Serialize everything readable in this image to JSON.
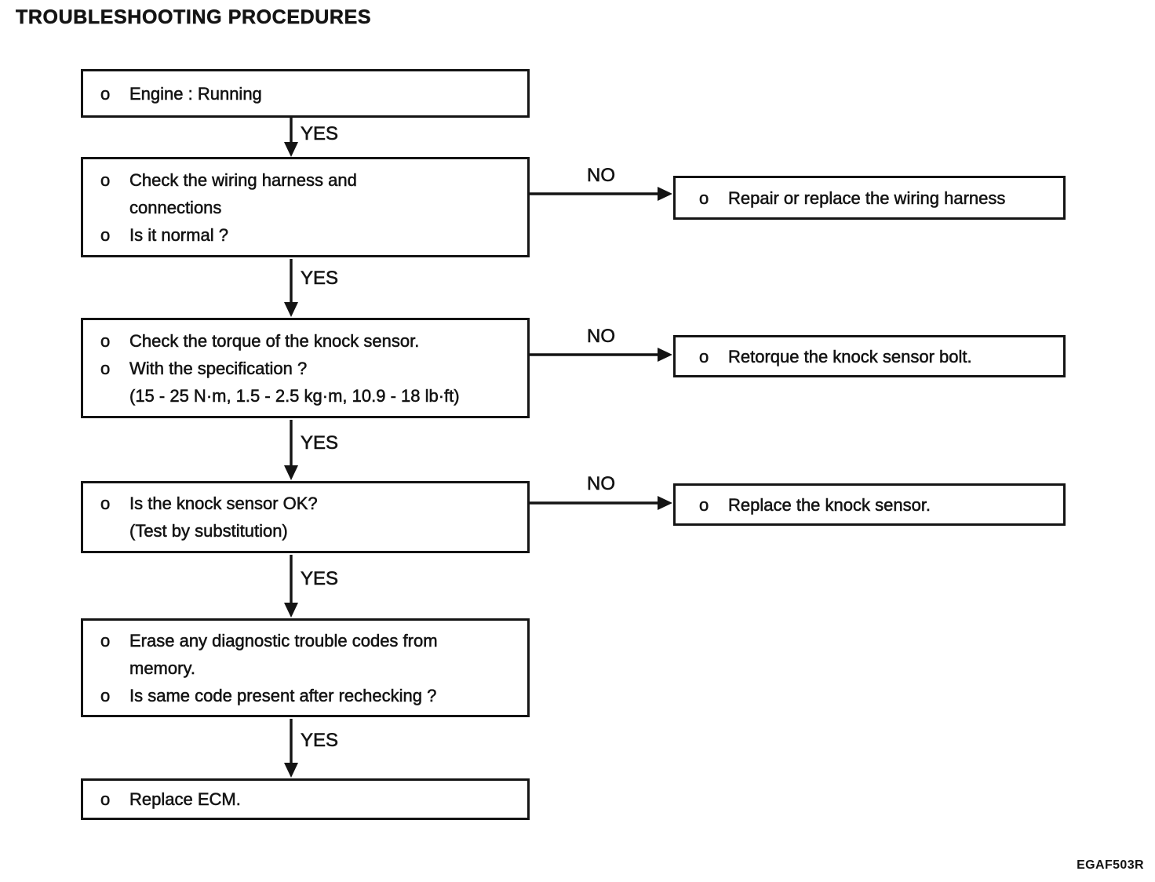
{
  "page": {
    "title": "TROUBLESHOOTING PROCEDURES",
    "figure_code": "EGAF503R",
    "labels": {
      "yes": "YES",
      "no": "NO"
    }
  },
  "flow": {
    "steps": [
      {
        "id": "engine-running",
        "lines": [
          {
            "bullet": "o",
            "text": "Engine : Running"
          }
        ]
      },
      {
        "id": "check-wiring-harness",
        "lines": [
          {
            "bullet": "o",
            "text": "Check the wiring harness and"
          },
          {
            "bullet": "",
            "text": "connections"
          },
          {
            "bullet": "o",
            "text": "Is it normal ?"
          }
        ],
        "no_action": {
          "lines": [
            {
              "bullet": "o",
              "text": "Repair or replace the wiring harness"
            }
          ]
        }
      },
      {
        "id": "check-knock-sensor-torque",
        "lines": [
          {
            "bullet": "o",
            "text": "Check the torque of the knock sensor."
          },
          {
            "bullet": "o",
            "text": "With the specification ?"
          },
          {
            "bullet": "",
            "text": "(15 - 25 N·m, 1.5 - 2.5 kg·m, 10.9 - 18 lb·ft)"
          }
        ],
        "no_action": {
          "lines": [
            {
              "bullet": "o",
              "text": "Retorque the knock sensor bolt."
            }
          ]
        }
      },
      {
        "id": "knock-sensor-ok",
        "lines": [
          {
            "bullet": "o",
            "text": "Is the knock sensor OK?"
          },
          {
            "bullet": "",
            "text": "(Test by substitution)"
          }
        ],
        "no_action": {
          "lines": [
            {
              "bullet": "o",
              "text": "Replace the knock sensor."
            }
          ]
        }
      },
      {
        "id": "erase-diagnostic-codes",
        "lines": [
          {
            "bullet": "o",
            "text": "Erase any diagnostic trouble codes from"
          },
          {
            "bullet": "",
            "text": "memory."
          },
          {
            "bullet": "o",
            "text": "Is same code present after rechecking ?"
          }
        ]
      },
      {
        "id": "replace-ecm",
        "lines": [
          {
            "bullet": "o",
            "text": "Replace ECM."
          }
        ]
      }
    ]
  }
}
